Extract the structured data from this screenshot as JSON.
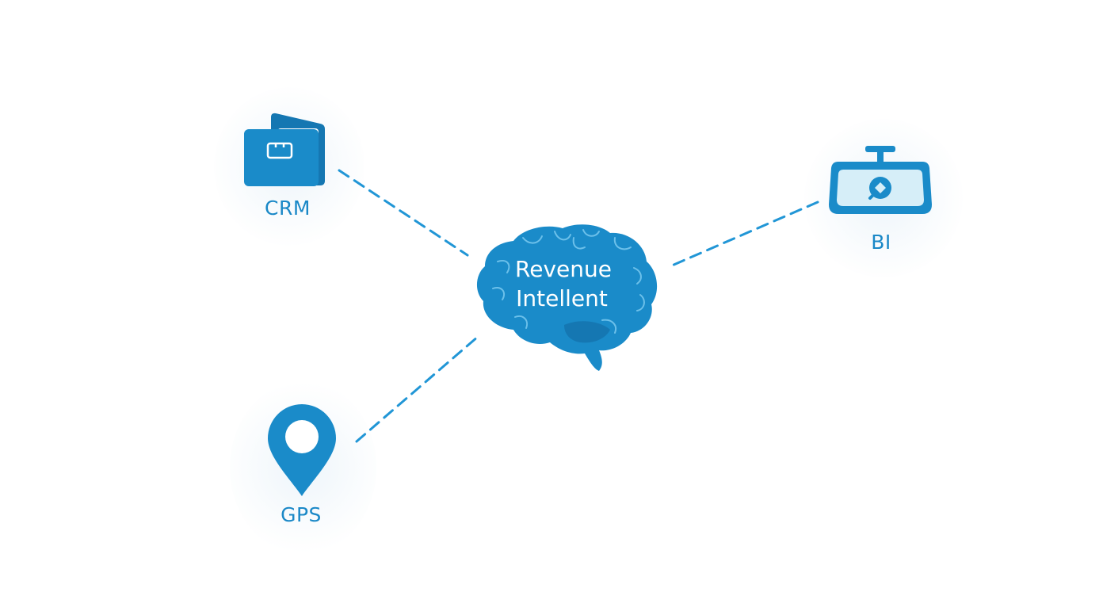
{
  "colors": {
    "primary": "#1a8bc9",
    "dark": "#1577b2",
    "line": "#2196d6",
    "screen_fill": "#d6eef8",
    "label": "#1a88c7",
    "background": "#ffffff"
  },
  "nodes": {
    "crm": {
      "label": "CRM",
      "icon": "folder-icon"
    },
    "bi": {
      "label": "BI",
      "icon": "dashboard-icon"
    },
    "gps": {
      "label": "GPS",
      "icon": "map-pin-icon"
    },
    "hub": {
      "line1": "Revenue",
      "line2": "Intellent",
      "icon": "brain-icon"
    }
  }
}
